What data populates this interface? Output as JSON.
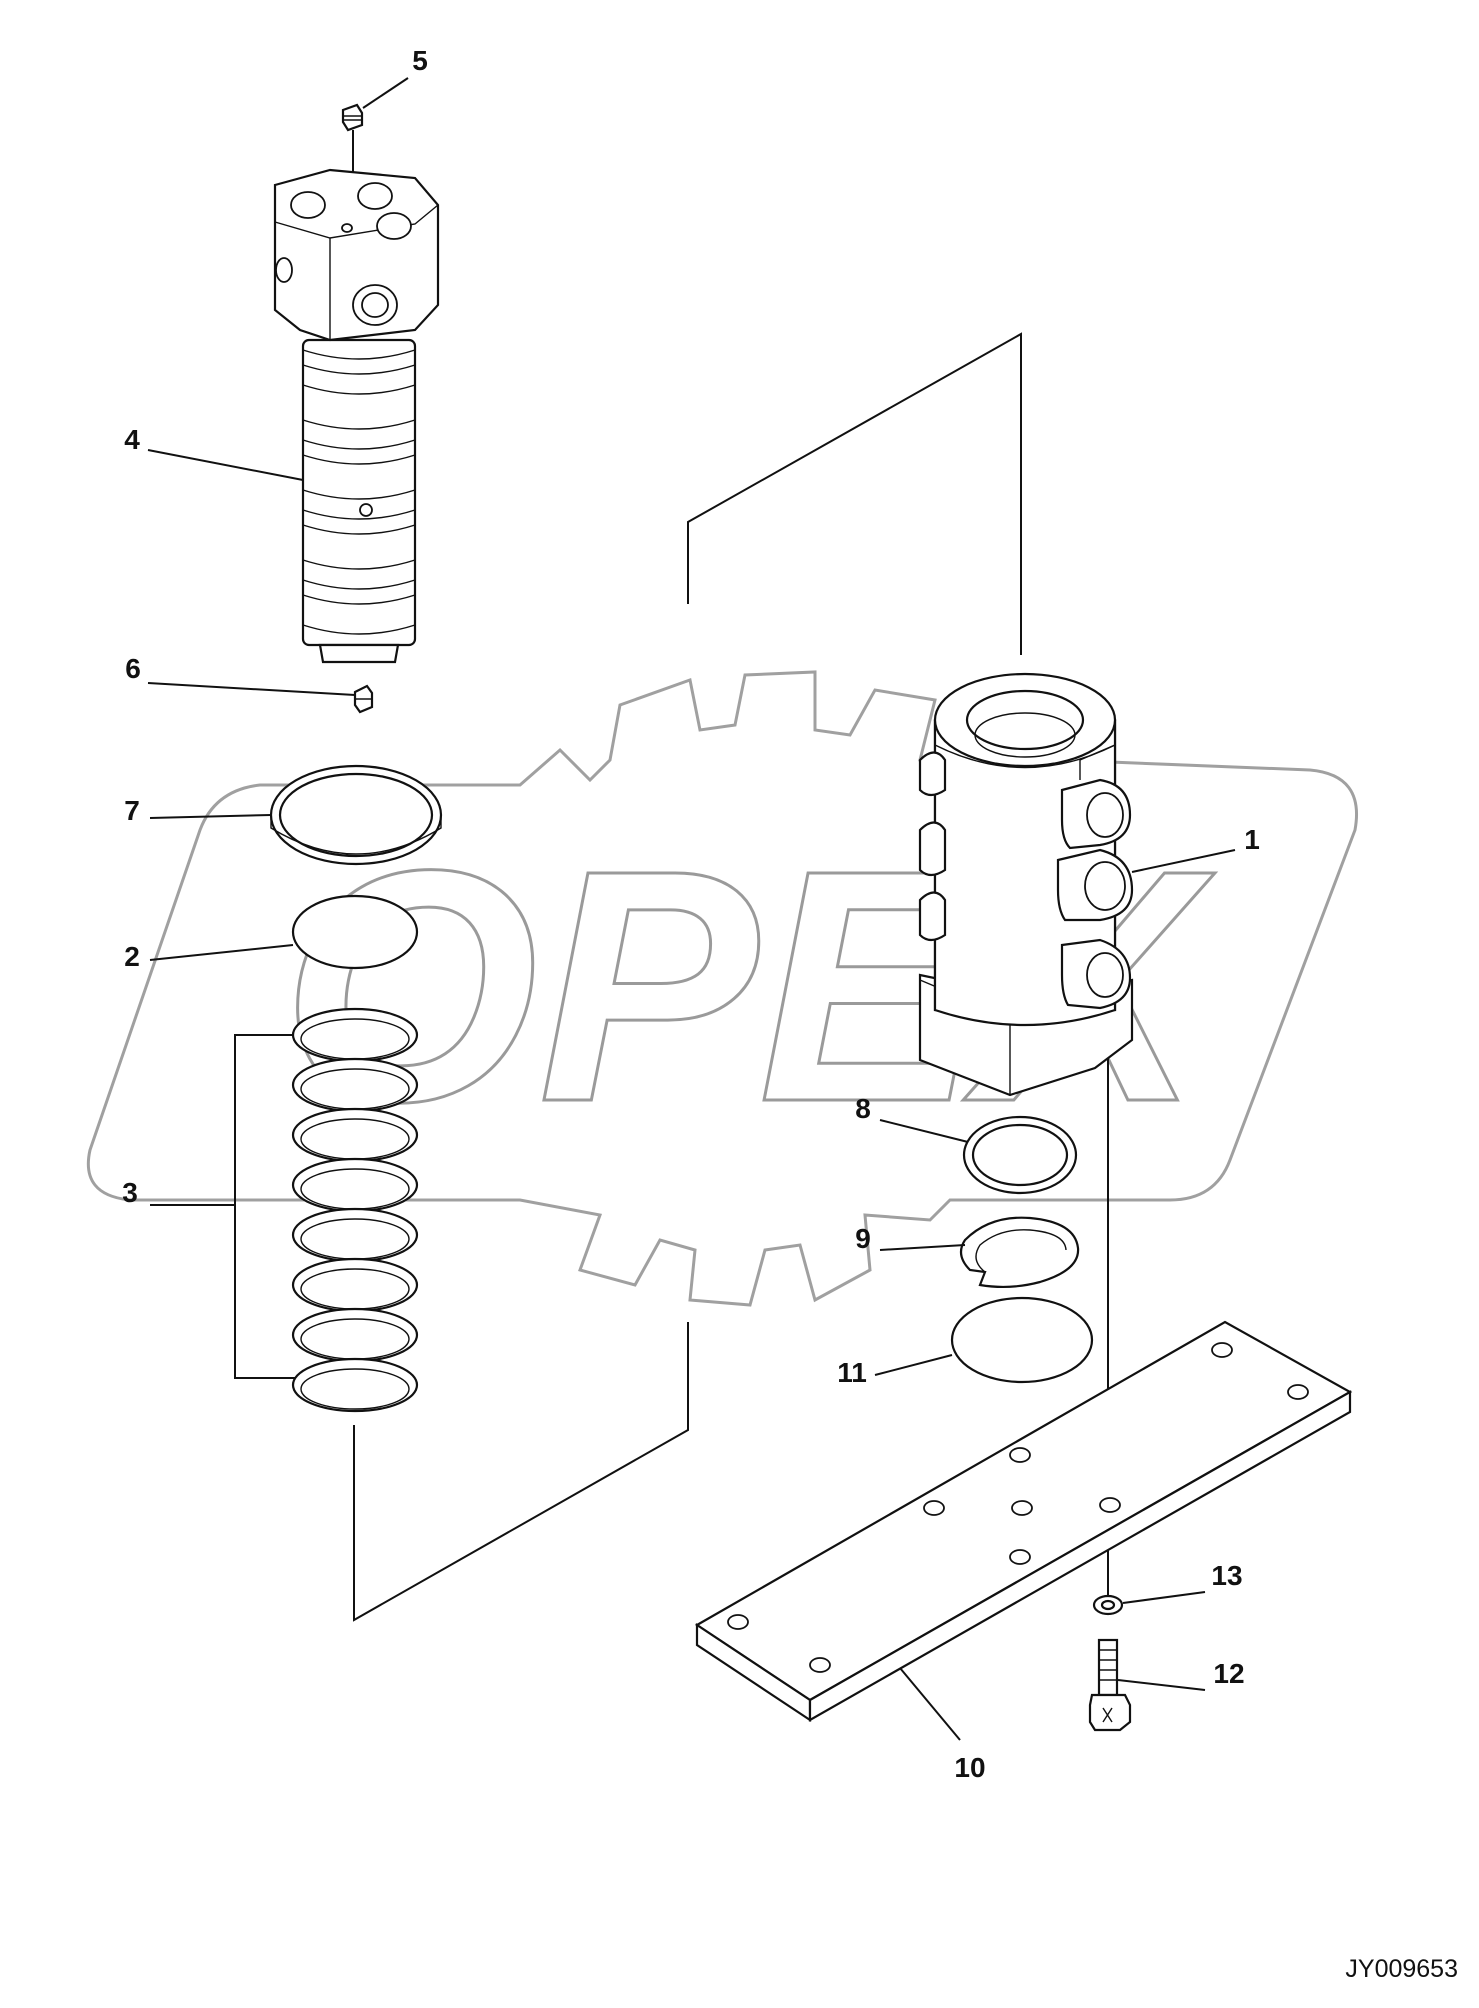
{
  "drawing": {
    "document_id": "JY009653",
    "watermark_text": "OPEX",
    "callouts": [
      {
        "id": "label-1",
        "text": "1"
      },
      {
        "id": "label-2",
        "text": "2"
      },
      {
        "id": "label-3",
        "text": "3"
      },
      {
        "id": "label-4",
        "text": "4"
      },
      {
        "id": "label-5",
        "text": "5"
      },
      {
        "id": "label-6",
        "text": "6"
      },
      {
        "id": "label-7",
        "text": "7"
      },
      {
        "id": "label-8",
        "text": "8"
      },
      {
        "id": "label-9",
        "text": "9"
      },
      {
        "id": "label-10",
        "text": "10"
      },
      {
        "id": "label-11",
        "text": "11"
      },
      {
        "id": "label-12",
        "text": "12"
      },
      {
        "id": "label-13",
        "text": "13"
      }
    ]
  }
}
